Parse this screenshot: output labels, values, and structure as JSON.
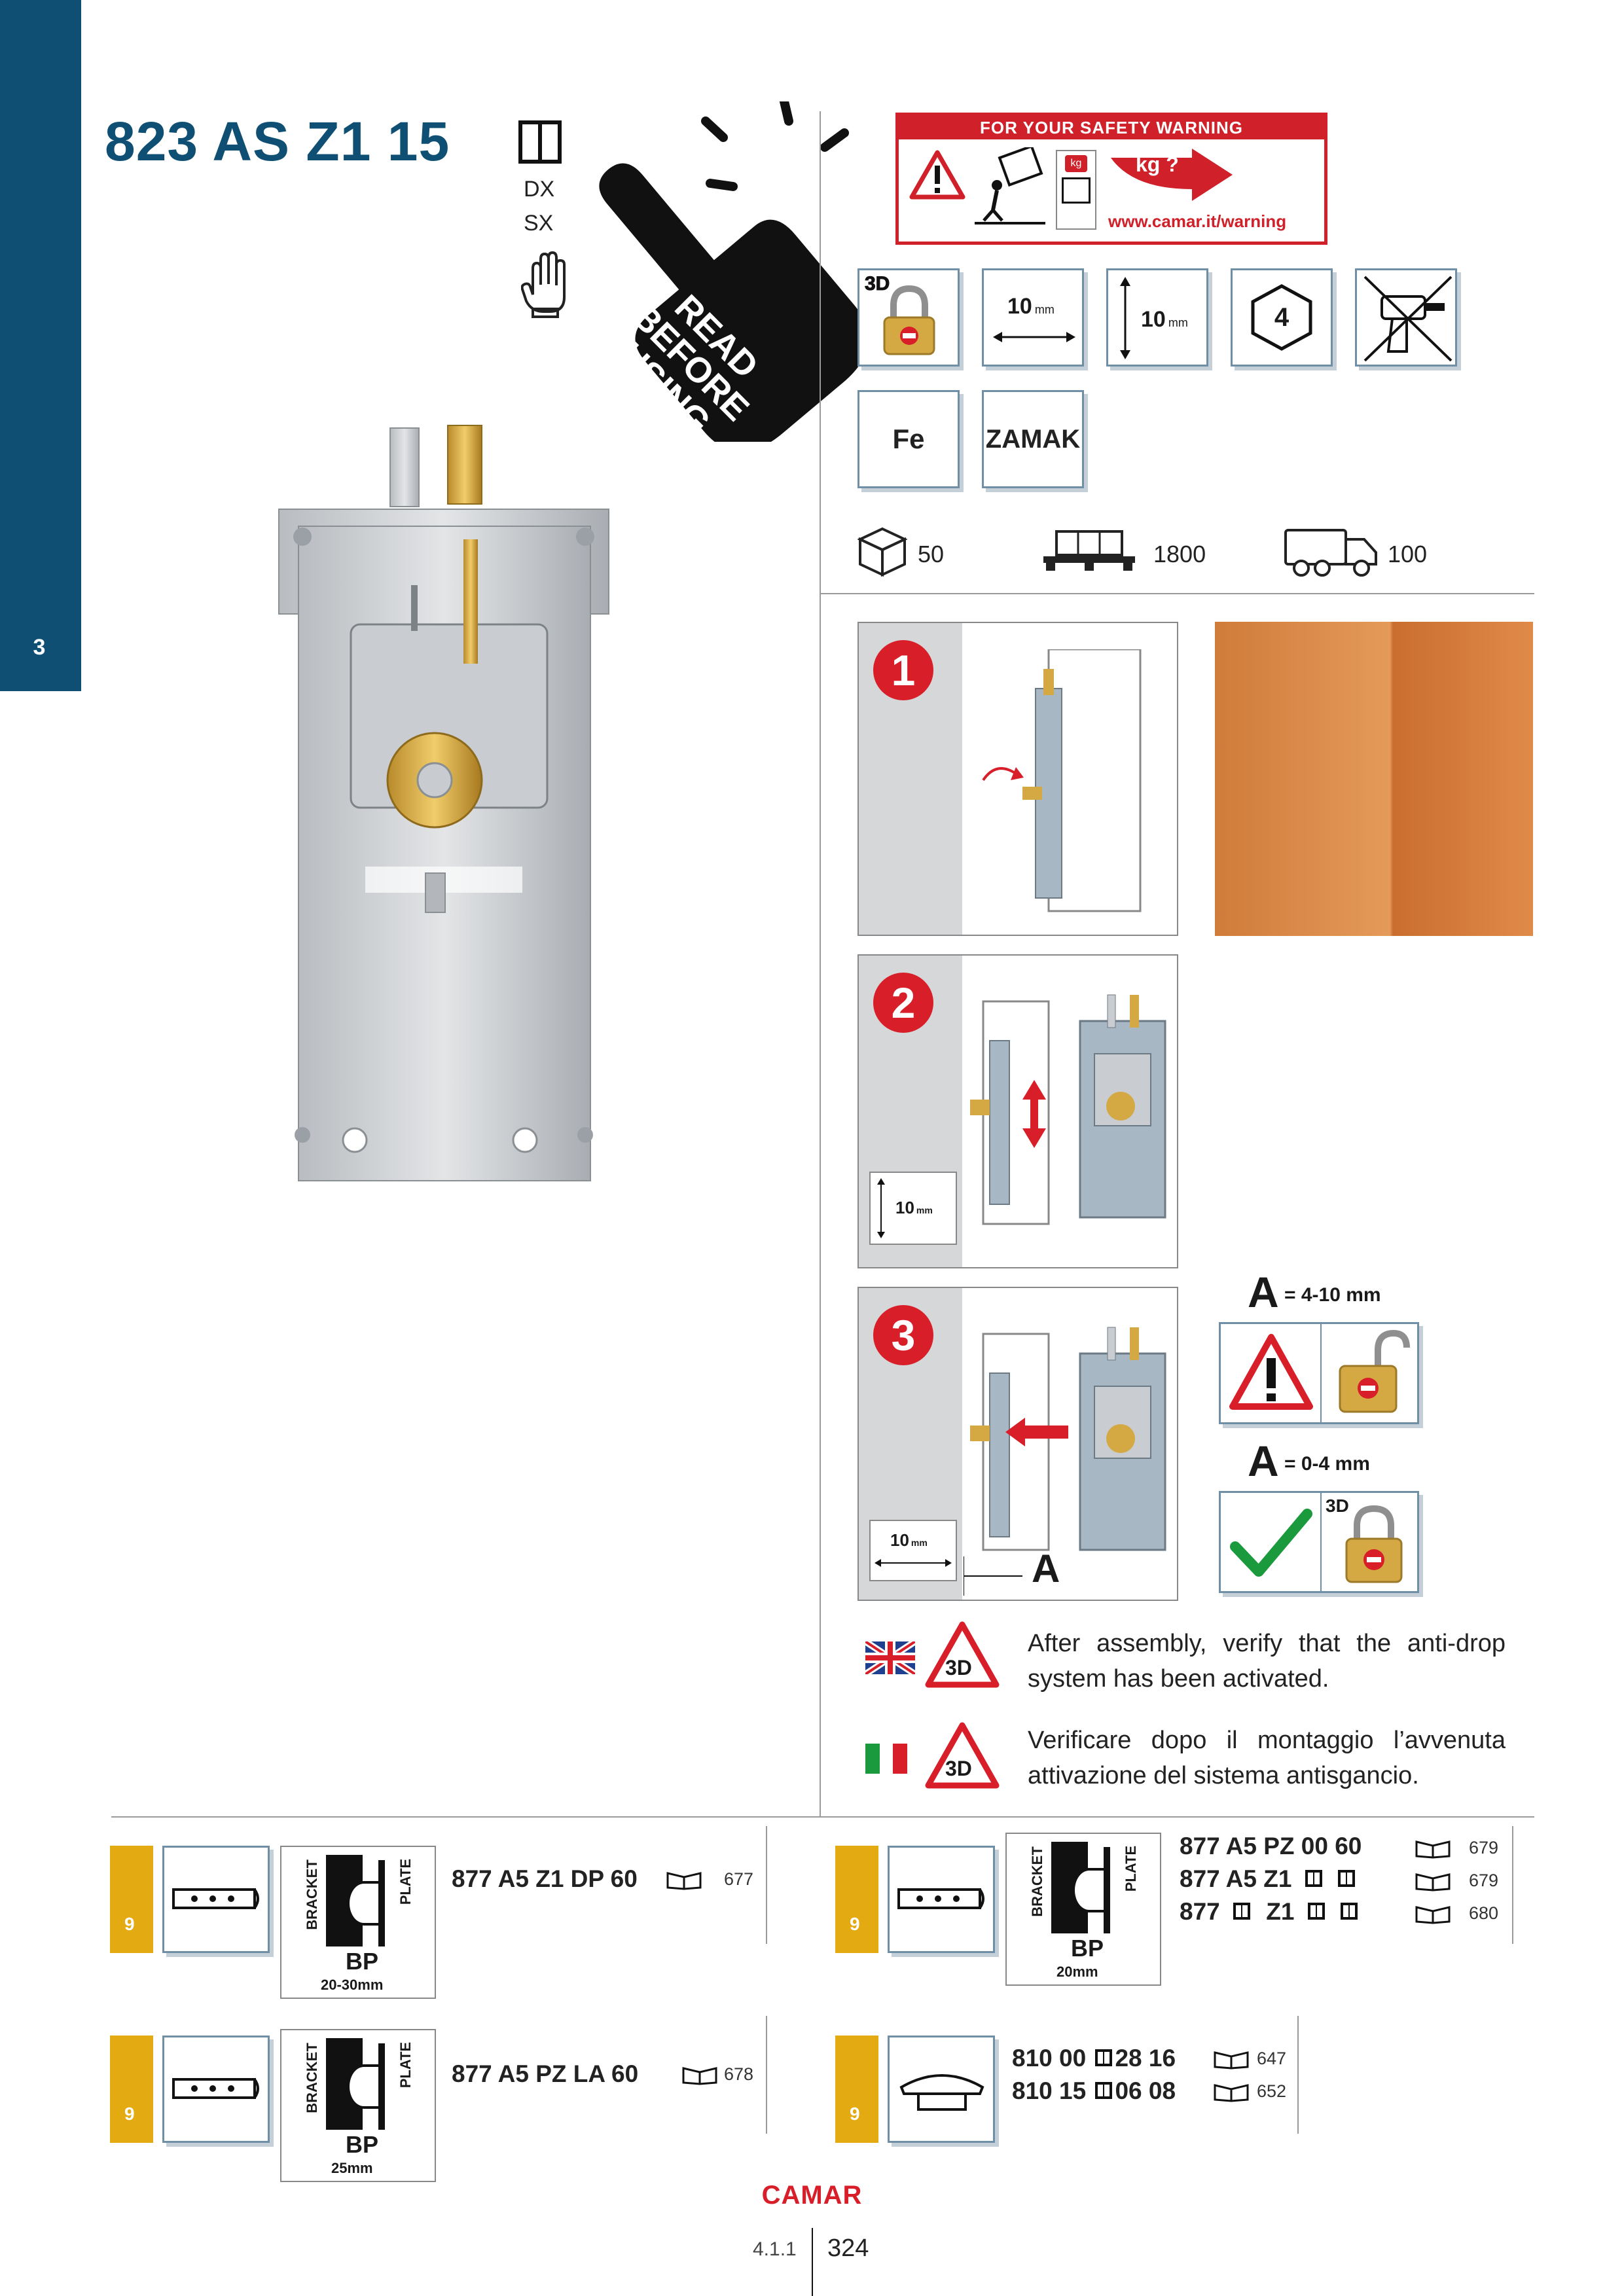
{
  "sidebar": {
    "chapter": "3"
  },
  "header": {
    "title": "823 AS Z1 15",
    "side_right": "DX",
    "side_left": "SX"
  },
  "read_before": {
    "lines": [
      "READ",
      "BEFORE",
      "USING"
    ]
  },
  "safety_banner": {
    "heading": "FOR YOUR SAFETY WARNING",
    "kg_label": "kg ?",
    "kg_small": "kg",
    "url": "www.camar.it/warning"
  },
  "specs": {
    "badge_3d": "3D",
    "horizontal_adj": "10",
    "vertical_adj": "10",
    "unit": "mm",
    "hex_size": "4",
    "material_1": "Fe",
    "material_2": "ZAMAK"
  },
  "packaging": {
    "box_qty": "50",
    "pallet_qty": "1800",
    "truck_qty": "100"
  },
  "steps": [
    {
      "num": "1"
    },
    {
      "num": "2",
      "measure": "10",
      "unit": "mm"
    },
    {
      "num": "3",
      "measure": "10",
      "unit": "mm",
      "dim_label": "A"
    }
  ],
  "tolerances": {
    "warning": {
      "letter": "A",
      "range": "= 4-10 mm"
    },
    "ok": {
      "letter": "A",
      "range": "= 0-4 mm",
      "badge": "3D"
    }
  },
  "notes": {
    "en": "After assembly, verify that the anti-drop system has been activated.",
    "it": "Verificare dopo il montaggio l’avvenuta attivazione del sistema antisgancio.",
    "badge": "3D"
  },
  "accessories": {
    "tab": "9",
    "bracket_label": "BRACKET",
    "plate_label": "PLATE",
    "bp_label": "BP",
    "items": [
      {
        "bp_range": "20-30mm",
        "codes": [
          {
            "code": "877 A5 Z1 DP 60",
            "page": "677"
          }
        ]
      },
      {
        "bp_range": "20mm",
        "codes": [
          {
            "code": "877 A5 PZ 00 60",
            "page": "679"
          },
          {
            "code": "877 A5 Z1",
            "page": "679"
          },
          {
            "code": "877",
            "code_b": "Z1",
            "page": "680"
          }
        ]
      },
      {
        "bp_range": "25mm",
        "codes": [
          {
            "code": "877 A5 PZ LA 60",
            "page": "678"
          }
        ]
      },
      {
        "codes": [
          {
            "code": "810 00",
            "code_b": "28 16",
            "page": "647"
          },
          {
            "code": "810 15",
            "code_b": "06 08",
            "page": "652"
          }
        ]
      }
    ]
  },
  "footer": {
    "brand": "CAMAR",
    "section": "4.1.1",
    "page": "324"
  },
  "colors": {
    "primary_blue": "#0e4f73",
    "accent_red": "#d81e28",
    "tab_yellow": "#e3aa12",
    "check_green": "#1a9a3c"
  }
}
